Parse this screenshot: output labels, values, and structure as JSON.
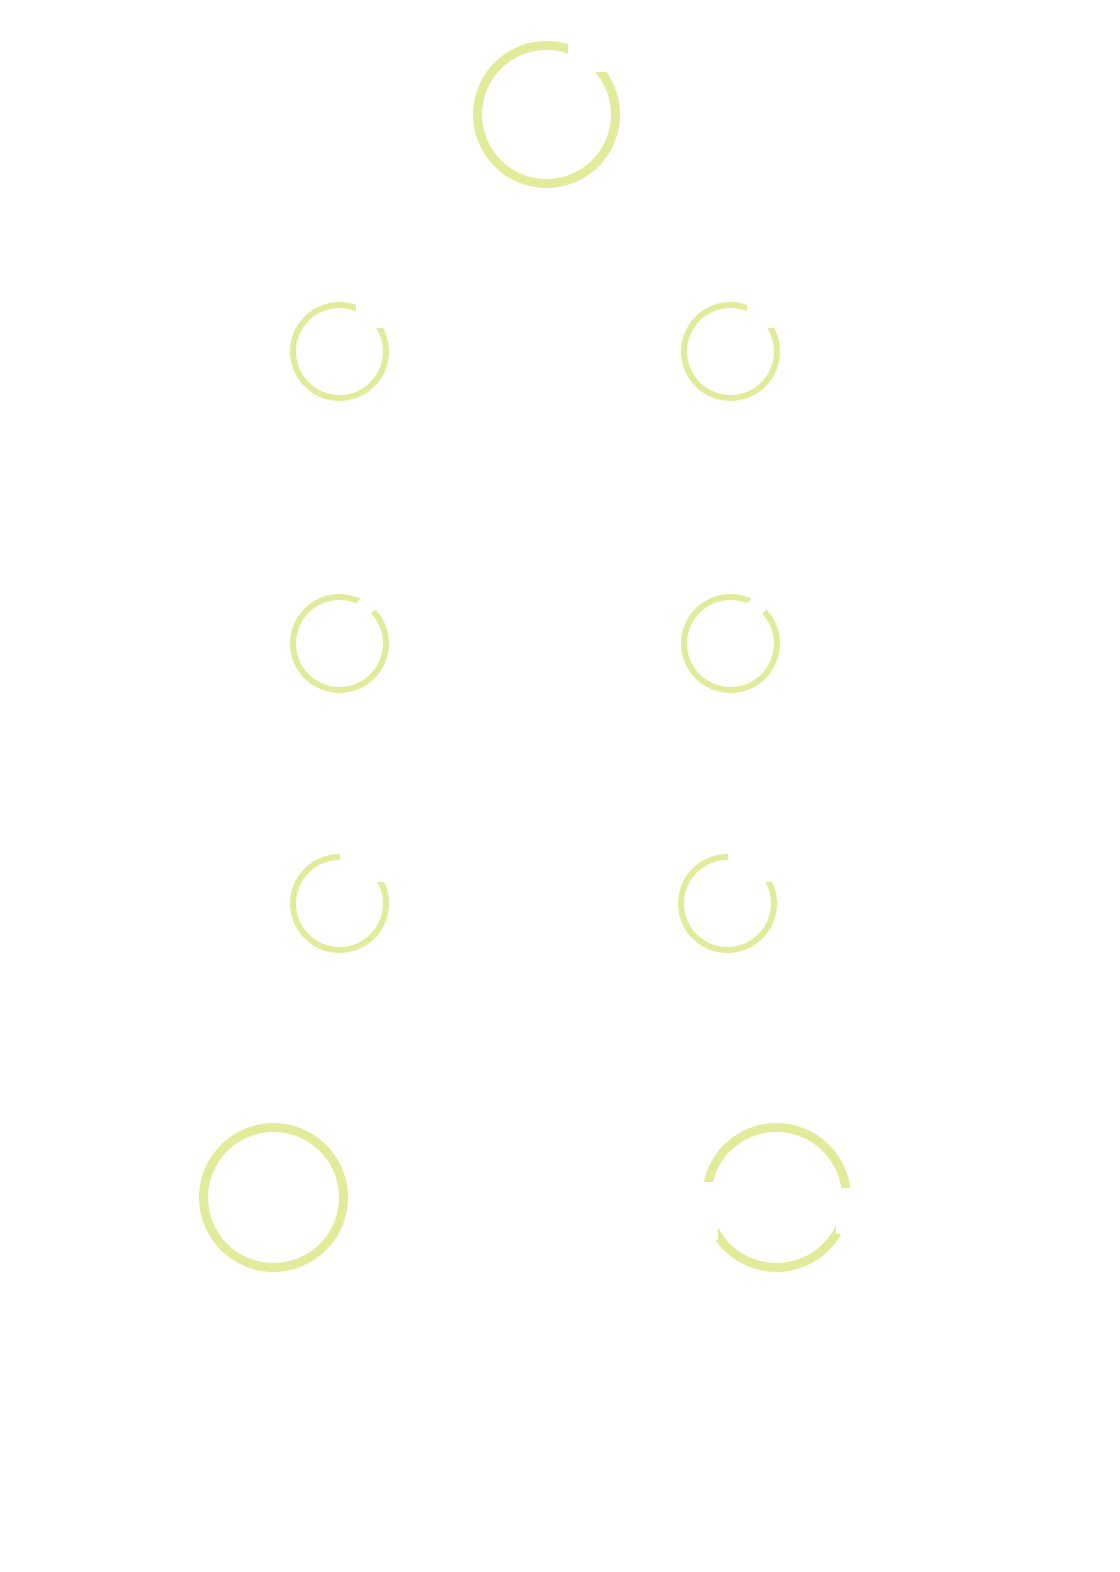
{
  "colors": {
    "ring": "#e2eb9a",
    "background": "#ffffff"
  },
  "rings": [
    {
      "id": "top",
      "name": "ring-top"
    },
    {
      "id": "l1",
      "name": "ring-left-1"
    },
    {
      "id": "r1",
      "name": "ring-right-1"
    },
    {
      "id": "l2",
      "name": "ring-left-2"
    },
    {
      "id": "r2",
      "name": "ring-right-2"
    },
    {
      "id": "l3",
      "name": "ring-left-3"
    },
    {
      "id": "r3",
      "name": "ring-right-3"
    },
    {
      "id": "bl",
      "name": "ring-bottom-left"
    },
    {
      "id": "br",
      "name": "ring-bottom-right"
    }
  ]
}
